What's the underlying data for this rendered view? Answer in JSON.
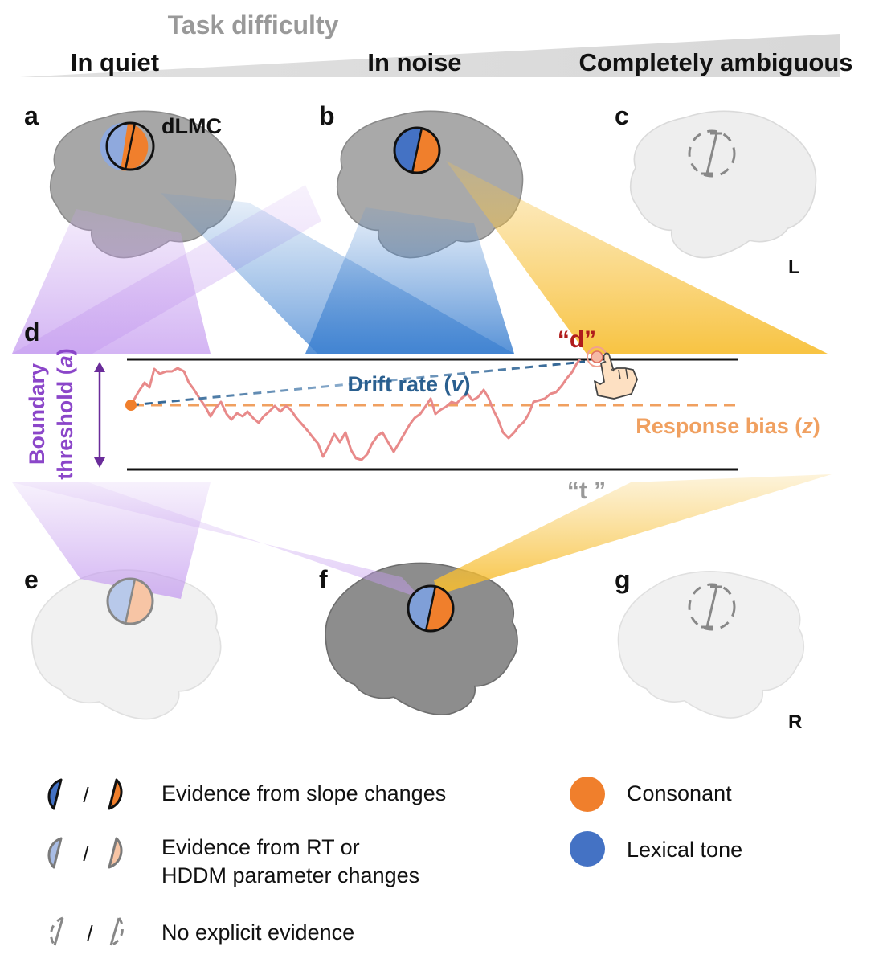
{
  "header": {
    "difficulty_label": "Task difficulty",
    "conditions": [
      "In quiet",
      "In noise",
      "Completely ambiguous"
    ]
  },
  "panels": {
    "a": "a",
    "b": "b",
    "c": "c",
    "d": "d",
    "e": "e",
    "f": "f",
    "g": "g"
  },
  "region_label": "dLMC",
  "hemispheres": {
    "left": "L",
    "right": "R"
  },
  "ddm": {
    "boundary_label_1": "Boundary",
    "boundary_label_2": "threshold (",
    "boundary_param": "a",
    "boundary_close": ")",
    "drift_label": "Drift rate (",
    "drift_param": "v",
    "drift_close": ")",
    "bias_label": "Response bias (",
    "bias_param": "z",
    "bias_close": ")",
    "upper_response": "“d”",
    "lower_response": "“t ”"
  },
  "legend": {
    "slope": "Evidence from slope changes",
    "rt_line1": "Evidence from RT or",
    "rt_line2": "HDDM parameter changes",
    "none": "No explicit evidence",
    "separator": "/",
    "consonant": "Consonant",
    "tone": "Lexical tone"
  },
  "colors": {
    "consonant": "#f07f2c",
    "tone": "#4472c4",
    "purple": "#8b46c9",
    "drift_blue": "#2a5f8f",
    "bias_orange": "#f0a060",
    "response_red": "#b01c1c",
    "path_red": "#e88a8a"
  }
}
